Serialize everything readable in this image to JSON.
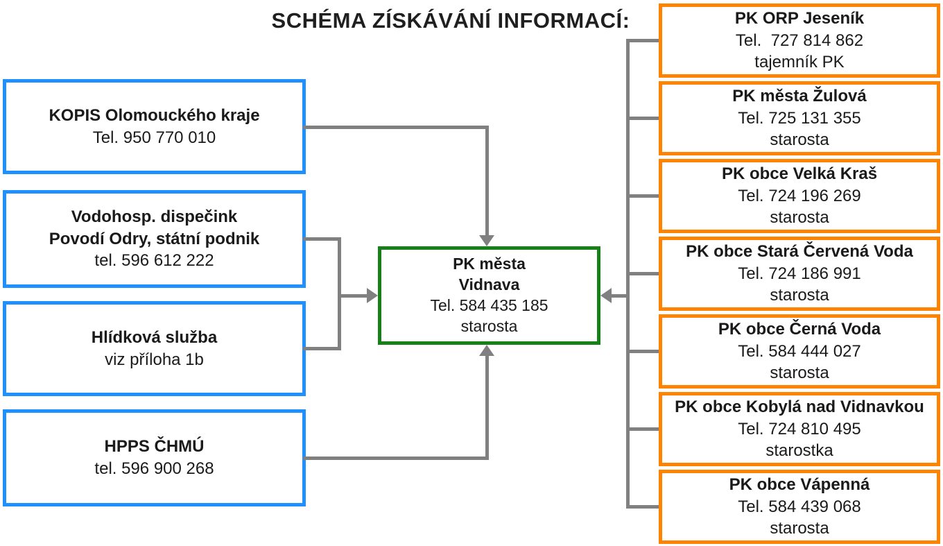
{
  "title": "SCHÉMA ZÍSKÁVÁNÍ INFORMACÍ:",
  "left_boxes": [
    {
      "lines": [
        "KOPIS Olomouckého kraje",
        "Tel. 950 770 010"
      ]
    },
    {
      "lines": [
        "Vodohosp. dispečink",
        "Povodí Odry, státní podnik",
        "tel. 596 612 222"
      ]
    },
    {
      "lines": [
        "Hlídková služba",
        "viz příloha 1b"
      ]
    },
    {
      "lines": [
        "HPPS ČHMÚ",
        "tel. 596 900 268"
      ]
    }
  ],
  "center_box": {
    "lines": [
      "PK města",
      "Vidnava",
      "Tel. 584 435 185",
      "starosta"
    ]
  },
  "right_boxes": [
    {
      "lines": [
        "PK ORP Jeseník",
        "Tel.  727 814 862",
        "tajemník PK"
      ]
    },
    {
      "lines": [
        "PK města Žulová",
        "Tel. 725 131 355",
        "starosta"
      ]
    },
    {
      "lines": [
        "PK obce Velká Kraš",
        "Tel. 724 196 269",
        "starosta"
      ]
    },
    {
      "lines": [
        "PK obce Stará Červená Voda",
        "Tel. 724 186 991",
        "starosta"
      ]
    },
    {
      "lines": [
        "PK obce Černá Voda",
        "Tel. 584 444 027",
        "starosta"
      ]
    },
    {
      "lines": [
        "PK obce Kobylá nad Vidnavkou",
        "Tel. 724 810 495",
        "starostka"
      ]
    },
    {
      "lines": [
        "PK obce Vápenná",
        "Tel. 584 439 068",
        "starosta"
      ]
    }
  ],
  "colors": {
    "blue_border": "#1E90FF",
    "orange_border": "#FF8200",
    "green_border": "#188018",
    "arrow_gray": "#808080"
  }
}
